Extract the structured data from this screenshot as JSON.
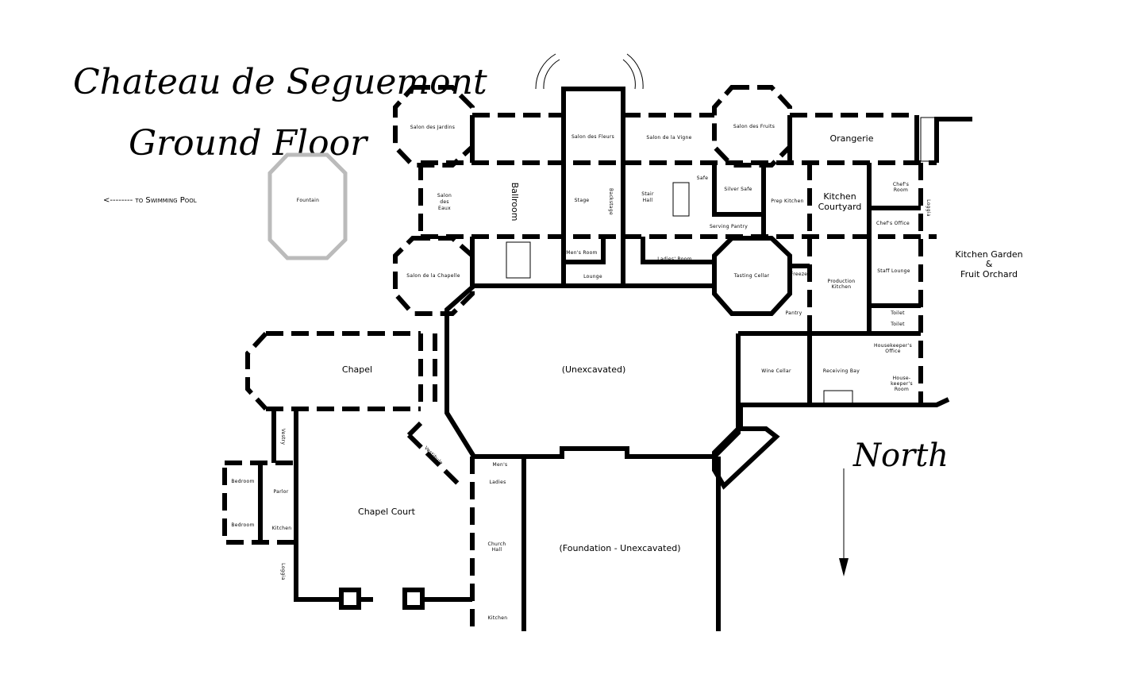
{
  "title": {
    "line1": "Chateau de Seguemont",
    "line2": "Ground Floor"
  },
  "pool_link": "<-------- to Swimming Pool",
  "fountain": "Fountain",
  "north": "North",
  "colors": {
    "walls": "#000000",
    "fountain": "#bbbbbb",
    "background": "#ffffff"
  },
  "rooms": {
    "salon_jardins": "Salon des Jardins",
    "salon_fleurs": "Salon des Fleurs",
    "salon_vigne": "Salon de la Vigne",
    "salon_fruits": "Salon des Fruits",
    "orangerie": "Orangerie",
    "salon_eaux": [
      "Salon",
      "des",
      "Eaux"
    ],
    "ballroom": "Ballroom",
    "stage": "Stage",
    "backstage": "Backstage",
    "stair_hall": [
      "Stair",
      "Hall"
    ],
    "safe": "Safe",
    "silver_safe": "Silver Safe",
    "serving_pantry": "Serving Pantry",
    "prep_kitchen": "Prep Kitchen",
    "kitchen_courtyard": [
      "Kitchen",
      "Courtyard"
    ],
    "chefs_room": [
      "Chef's",
      "Room"
    ],
    "chefs_office": "Chef's Office",
    "loggia_east": "Loggia",
    "kitchen_garden": [
      "Kitchen Garden",
      "&",
      "Fruit Orchard"
    ],
    "salon_chapelle": "Salon de la Chapelle",
    "mens_room": "Men's Room",
    "lounge": "Lounge",
    "ladies_room": "Ladies' Room",
    "tasting_cellar": "Tasting Cellar",
    "freezer": "Freezer",
    "production_kitchen": [
      "Production",
      "Kitchen"
    ],
    "staff_lounge": "Staff Lounge",
    "pantry": "Pantry",
    "toilet1": "Toilet",
    "toilet2": "Toilet",
    "housekeepers_office": [
      "Housekeeper's",
      "Office"
    ],
    "housekeepers_room": [
      "House-",
      "keeper's",
      "Room"
    ],
    "chapel": "Chapel",
    "unexcavated": "(Unexcavated)",
    "wine_cellar": "Wine Cellar",
    "receiving_bay": "Receiving Bay",
    "vestry": "Vestry",
    "vestibule": "Vestibule",
    "mens_small": "Men's",
    "ladies_small": "Ladies",
    "bedroom1": "Bedroom",
    "bedroom2": "Bedroom",
    "parlor": "Parlor",
    "kitchen_wing": "Kitchen",
    "loggia_west": "Loggia",
    "chapel_court": "Chapel Court",
    "church_hall": [
      "Church",
      "Hall"
    ],
    "kitchen_south": "Kitchen",
    "foundation": "(Foundation - Unexcavated)"
  }
}
